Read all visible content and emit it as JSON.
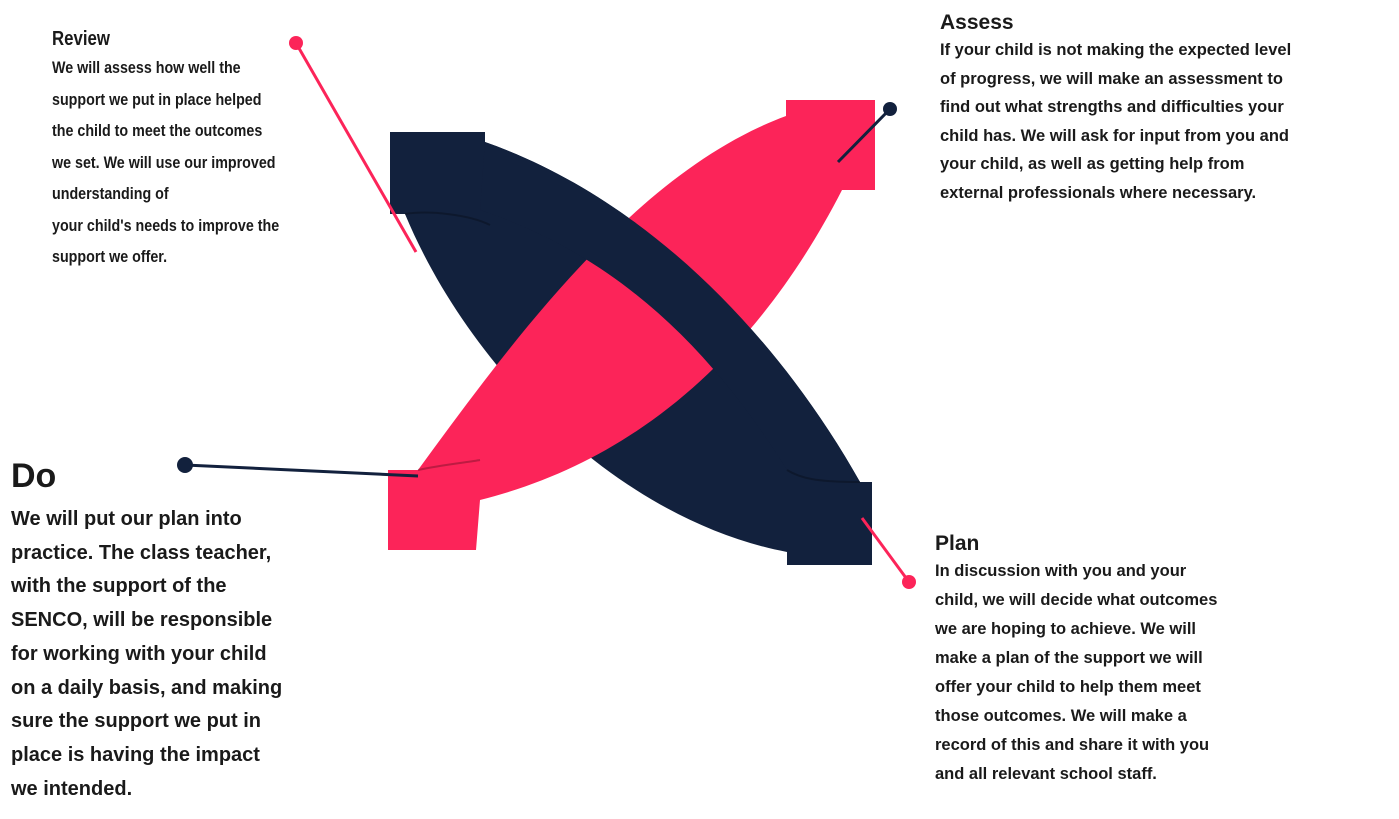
{
  "colors": {
    "navy": "#12213d",
    "pink": "#fc2459",
    "text": "#1a1a1a"
  },
  "review": {
    "title": "Review",
    "lines": [
      "We will assess how well the",
      "support we put in place helped",
      "the child to meet the outcomes",
      "we set. We will use our improved",
      "understanding of",
      "your child's needs to improve the",
      "support we offer."
    ]
  },
  "assess": {
    "title": "Assess",
    "lines": [
      "If your child is not making the expected level",
      "of progress, we will make an assessment to",
      "find out what strengths and difficulties your",
      "child has. We will ask for input from you and",
      "your child, as well as getting help from",
      "external professionals where necessary."
    ]
  },
  "do": {
    "title": "Do",
    "lines": [
      "We will put our plan into",
      "practice. The class teacher,",
      "with the support of the",
      "SENCO, will be responsible",
      "for working with your child",
      "on a daily basis, and making",
      "sure the support we put in",
      "place is having the impact",
      "we intended."
    ]
  },
  "plan": {
    "title": "Plan",
    "lines": [
      "In discussion with you and your",
      "child, we will decide what outcomes",
      "we are hoping to achieve. We will",
      "make a plan of the support we will",
      "offer your child to help them meet",
      "those outcomes. We will make a",
      "record of this and share it with you",
      "and all relevant school staff."
    ]
  }
}
